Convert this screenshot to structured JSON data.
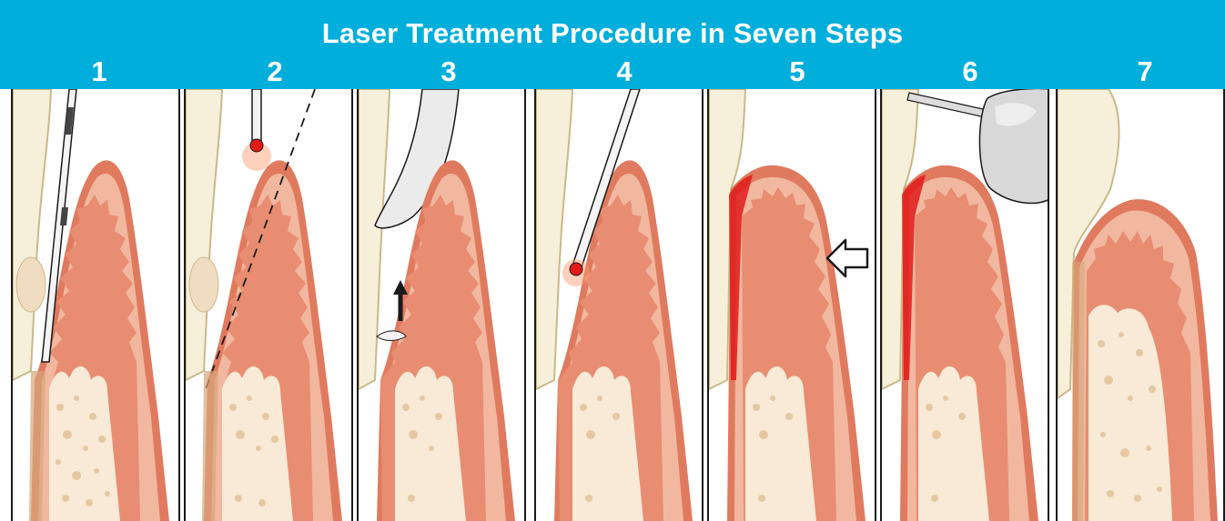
{
  "header": {
    "title": "Laser Treatment Procedure in Seven Steps",
    "step_numbers": [
      "1",
      "2",
      "3",
      "4",
      "5",
      "6",
      "7"
    ],
    "banner_color": "#00aedb",
    "text_color": "#ffffff"
  },
  "panels": [
    {
      "step": "1",
      "content": [
        "gingiva",
        "bone",
        "periodontal-probe",
        "tooth-crown",
        "calculus"
      ]
    },
    {
      "step": "2",
      "content": [
        "gingiva",
        "bone",
        "laser-fiber-tip",
        "incision-dashed-line",
        "calculus"
      ]
    },
    {
      "step": "3",
      "content": [
        "gingiva",
        "bone",
        "curette-instrument",
        "up-arrow",
        "debris"
      ]
    },
    {
      "step": "4",
      "content": [
        "gingiva",
        "bone",
        "laser-fiber-tip"
      ]
    },
    {
      "step": "5",
      "content": [
        "gingiva",
        "bone",
        "coagulated-margin",
        "pressure-arrow"
      ]
    },
    {
      "step": "6",
      "content": [
        "gingiva",
        "bone",
        "coagulated-margin",
        "ultrasonic-handpiece"
      ]
    },
    {
      "step": "7",
      "content": [
        "healed-gingiva",
        "bone",
        "tooth-crown"
      ]
    }
  ],
  "colors": {
    "gingiva_outer": "#e07a5f",
    "gingiva_inner": "#f1b89f",
    "connective_tissue": "#e88d72",
    "bone": "#f8ead6",
    "bone_pores": "#e5c8a3",
    "laser_red": "#e21a1a",
    "tooth": "#f6efd9",
    "outline": "#1a1a1a"
  }
}
